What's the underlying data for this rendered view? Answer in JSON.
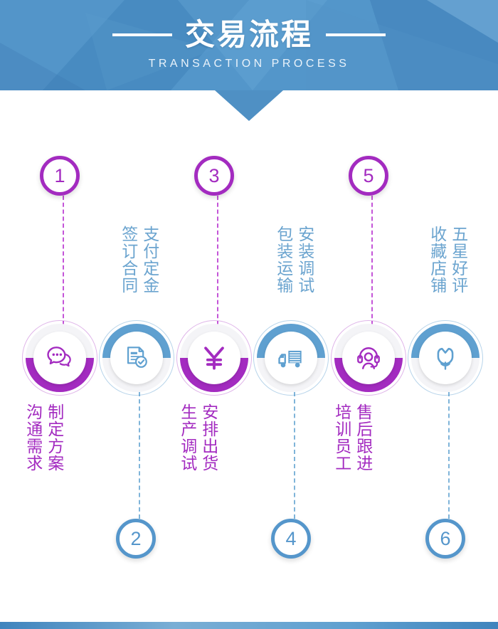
{
  "header": {
    "title_cn": "交易流程",
    "title_en": "TRANSACTION PROCESS",
    "bg_color": "#4a8fc4",
    "rule_color": "#ffffff"
  },
  "theme": {
    "purple": "#a32bc0",
    "blue": "#5fa0d0",
    "number_blue": "#5596cb",
    "label_blue": "#6ba4cf",
    "white": "#ffffff"
  },
  "steps": [
    {
      "number": "1",
      "number_position": "top",
      "accent": "purple",
      "icon": "chat-bubble-icon",
      "label_primary": "制定方案",
      "label_secondary": "沟通需求",
      "label_position": "bottom"
    },
    {
      "number": "2",
      "number_position": "bottom",
      "accent": "blue",
      "icon": "contract-document-check-icon",
      "label_primary": "支付定金",
      "label_secondary": "签订合同",
      "label_position": "top"
    },
    {
      "number": "3",
      "number_position": "top",
      "accent": "purple",
      "icon": "yuan-currency-icon",
      "label_primary": "安排出货",
      "label_secondary": "生产调试",
      "label_position": "bottom"
    },
    {
      "number": "4",
      "number_position": "bottom",
      "accent": "blue",
      "icon": "delivery-truck-icon",
      "label_primary": "安装调试",
      "label_secondary": "包装运输",
      "label_position": "top"
    },
    {
      "number": "5",
      "number_position": "top",
      "accent": "purple",
      "icon": "customer-service-headset-icon",
      "label_primary": "售后跟进",
      "label_secondary": "培训员工",
      "label_position": "bottom"
    },
    {
      "number": "6",
      "number_position": "bottom",
      "accent": "blue",
      "icon": "flower-tulip-icon",
      "label_primary": "五星好评",
      "label_secondary": "收藏店铺",
      "label_position": "top"
    }
  ]
}
